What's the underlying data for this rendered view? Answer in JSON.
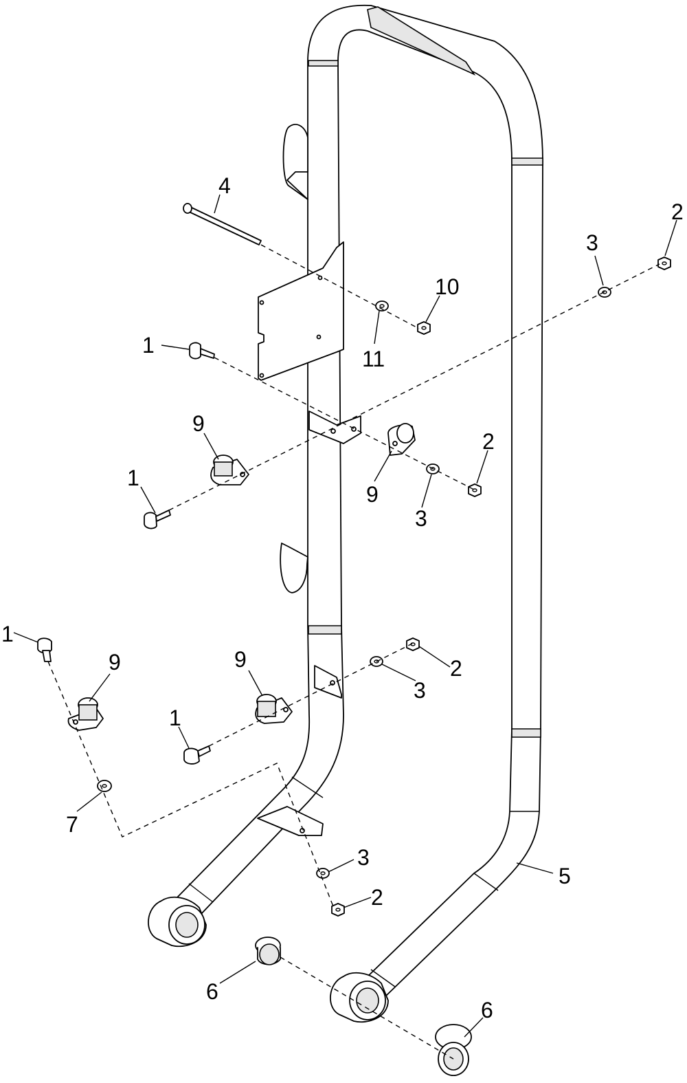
{
  "callouts": [
    {
      "id": "c-4",
      "label": "4"
    },
    {
      "id": "c-2a",
      "label": "2"
    },
    {
      "id": "c-3a",
      "label": "3"
    },
    {
      "id": "c-10",
      "label": "10"
    },
    {
      "id": "c-1a",
      "label": "1"
    },
    {
      "id": "c-11",
      "label": "11"
    },
    {
      "id": "c-9a",
      "label": "9"
    },
    {
      "id": "c-2b",
      "label": "2"
    },
    {
      "id": "c-1b",
      "label": "1"
    },
    {
      "id": "c-9b",
      "label": "9"
    },
    {
      "id": "c-3b",
      "label": "3"
    },
    {
      "id": "c-1c",
      "label": "1"
    },
    {
      "id": "c-9c",
      "label": "9"
    },
    {
      "id": "c-9d",
      "label": "9"
    },
    {
      "id": "c-2c",
      "label": "2"
    },
    {
      "id": "c-3c",
      "label": "3"
    },
    {
      "id": "c-1d",
      "label": "1"
    },
    {
      "id": "c-7",
      "label": "7"
    },
    {
      "id": "c-3d",
      "label": "3"
    },
    {
      "id": "c-5",
      "label": "5"
    },
    {
      "id": "c-2d",
      "label": "2"
    },
    {
      "id": "c-6a",
      "label": "6"
    },
    {
      "id": "c-6b",
      "label": "6"
    }
  ]
}
